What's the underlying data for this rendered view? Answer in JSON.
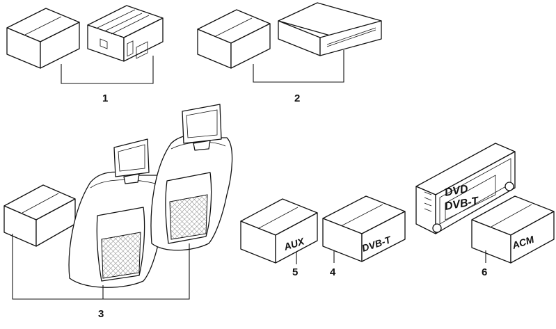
{
  "callouts": {
    "c1": "1",
    "c2": "2",
    "c3": "3",
    "c4": "4",
    "c5": "5",
    "c6": "6"
  },
  "box_labels": {
    "aux": "AUX",
    "dvbt": "DVB-T",
    "acm": "ACM"
  },
  "screen_labels": {
    "line1": "DVD",
    "line2": "DVB-T"
  }
}
